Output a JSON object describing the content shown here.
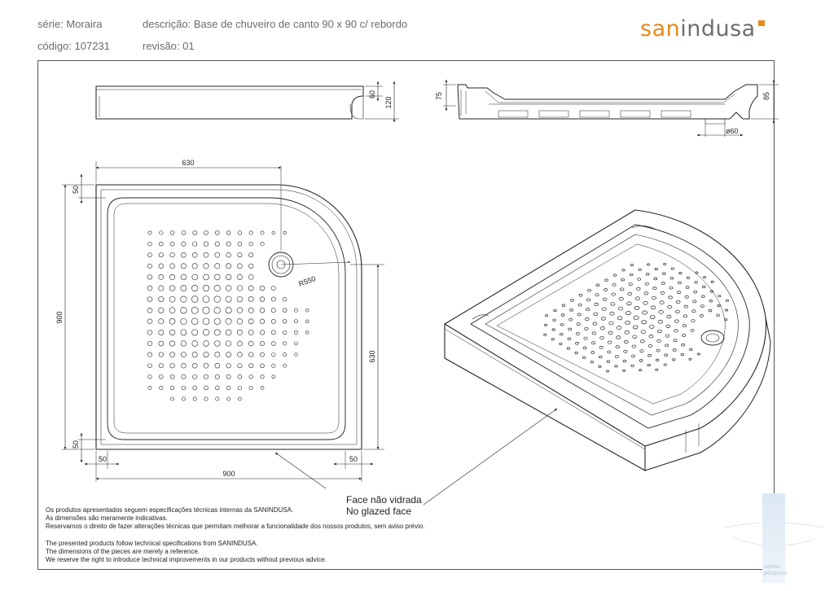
{
  "header": {
    "series": "série: Moraira",
    "code": "código: 107231",
    "description": "descrição: Base de chuveiro de canto 90 x 90 c/ rebordo",
    "revision": "revisão: 01"
  },
  "logo": {
    "part1": "san",
    "part2": "indusa"
  },
  "dimensions": {
    "profile_60": "60",
    "profile_120": "120",
    "side_75": "75",
    "side_85": "85",
    "drain_diameter": "ø60",
    "top_630": "630",
    "left_50_top": "50",
    "left_900": "900",
    "left_50_bottom": "50",
    "right_630": "630",
    "bottom_50_left": "50",
    "bottom_900": "900",
    "bottom_50_right": "50",
    "radius": "R550"
  },
  "callout": {
    "pt": "Face não vidrada",
    "en": "No glazed face"
  },
  "notes": {
    "pt": [
      "Os produtos apresentados seguem especificações técnicas internas da SANINDUSA.",
      "As dimensões são meramente indicativas.",
      "Reservamos o direito de fazer alterações técnicas que permitam melhorar a funcionalidade dos nossos produtos, sem aviso prévio."
    ],
    "en": [
      "The presented products follow technical specifications from SANINDUSA.",
      "The dimensions of the pieces are merely a reference.",
      "We reserve the right to introduce technical improvements in our products without previous advice."
    ]
  },
  "watermark": [
    "sannu",
    "pesquisa"
  ],
  "colors": {
    "logo_orange": "#e8891c",
    "logo_grey": "#6d6e70",
    "line": "#222222"
  }
}
